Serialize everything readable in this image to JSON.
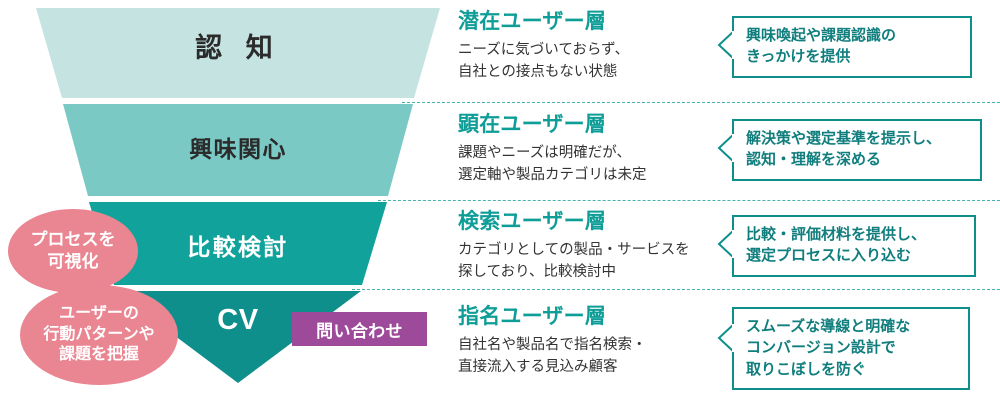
{
  "funnel": {
    "segments": [
      {
        "label": "認 知",
        "color": "#c5e3e1",
        "text_color": "#2b2b2b"
      },
      {
        "label": "興味関心",
        "color": "#7bc9c5",
        "text_color": "#2b2b2b"
      },
      {
        "label": "比較検討",
        "color": "#10a29b",
        "text_color": "#ffffff"
      },
      {
        "label": "CV",
        "color": "#0e8f8c",
        "text_color": "#ffffff"
      }
    ]
  },
  "stages": [
    {
      "title": "潜在ユーザー層",
      "body": "ニーズに気づいておらず、\n自社との接点もない状態",
      "body_line1": "ニーズに気づいておらず、",
      "body_line2": "自社との接点もない状態",
      "callout": "興味喚起や課題認識の\nきっかけを提供",
      "callout_line1": "興味喚起や課題認識の",
      "callout_line2": "きっかけを提供",
      "callout_line3": ""
    },
    {
      "title": "顕在ユーザー層",
      "body": "課題やニーズは明確だが、\n選定軸や製品カテゴリは未定",
      "body_line1": "課題やニーズは明確だが、",
      "body_line2": "選定軸や製品カテゴリは未定",
      "callout": "解決策や選定基準を提示し、\n認知・理解を深める",
      "callout_line1": "解決策や選定基準を提示し、",
      "callout_line2": "認知・理解を深める",
      "callout_line3": ""
    },
    {
      "title": "検索ユーザー層",
      "body": "カテゴリとしての製品・サービスを\n探しており、比較検討中",
      "body_line1": "カテゴリとしての製品・サービスを",
      "body_line2": "探しており、比較検討中",
      "callout": "比較・評価材料を提供し、\n選定プロセスに入り込む",
      "callout_line1": "比較・評価材料を提供し、",
      "callout_line2": "選定プロセスに入り込む",
      "callout_line3": ""
    },
    {
      "title": "指名ユーザー層",
      "body": "自社名や製品名で指名検索・\n直接流入する見込み顧客",
      "body_line1": "自社名や製品名で指名検索・",
      "body_line2": "直接流入する見込み顧客",
      "callout": "スムーズな導線と明確な\nコンバージョン設計で\n取りこぼしを防ぐ",
      "callout_line1": "スムーズな導線と明確な",
      "callout_line2": "コンバージョン設計で",
      "callout_line3": "取りこぼしを防ぐ"
    }
  ],
  "badges": [
    {
      "text": "プロセスを\n可視化",
      "color": "#ea8592"
    },
    {
      "text": "ユーザーの\n行動パターンや\n課題を把握",
      "color": "#ea8592"
    }
  ],
  "tag": {
    "label": "問い合わせ",
    "color": "#9d4a9b"
  },
  "colors": {
    "accent_teal": "#0f9d98",
    "callout_border": "#0f8f8c",
    "callout_text": "#117e7e",
    "separator": "#46b3ae",
    "pink": "#ea8592",
    "purple": "#9d4a9b",
    "body_text": "#333333"
  }
}
